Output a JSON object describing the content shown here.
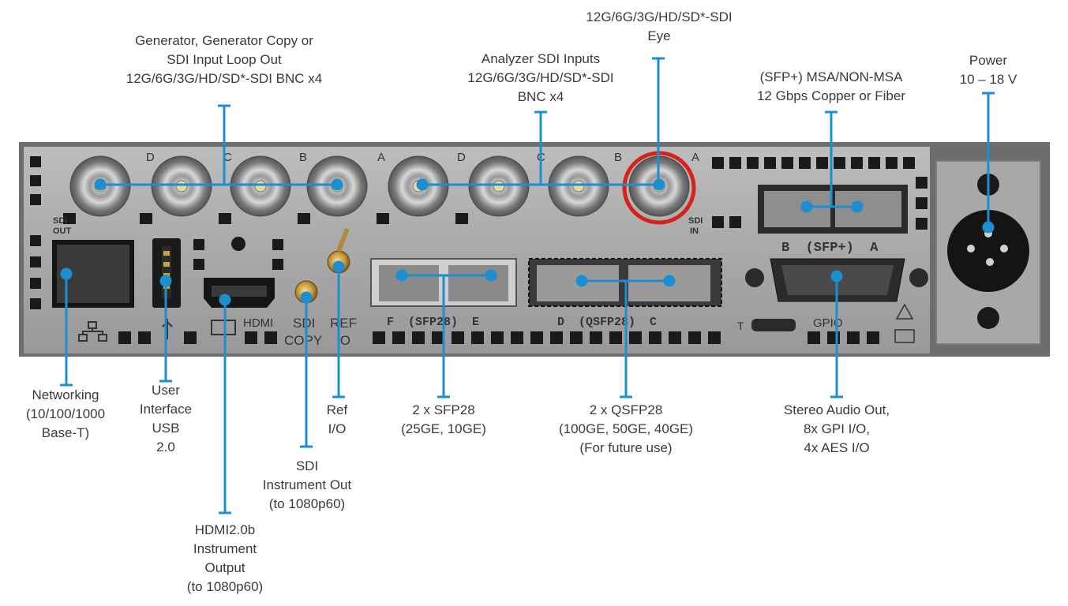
{
  "colors": {
    "leader": "#1c8fd0",
    "highlight_ring": "#d9211c",
    "chassis": "#9d9d9d",
    "text": "#3a3a3a"
  },
  "callouts": {
    "eye": [
      "12G/6G/3G/HD/SD*-SDI",
      "Eye"
    ],
    "generator": [
      "Generator, Generator Copy or",
      "SDI Input Loop Out",
      "12G/6G/3G/HD/SD*-SDI BNC x4"
    ],
    "analyzer": [
      "Analyzer SDI Inputs",
      "12G/6G/3G/HD/SD*-SDI",
      "BNC x4"
    ],
    "sfp_plus": [
      "(SFP+) MSA/NON-MSA",
      "12 Gbps Copper or Fiber"
    ],
    "power": [
      "Power",
      "10 – 18 V"
    ],
    "networking": [
      "Networking",
      "(10/100/1000",
      "Base-T)"
    ],
    "usb": [
      "User",
      "Interface",
      "USB",
      "2.0"
    ],
    "ref": [
      "Ref",
      "I/O"
    ],
    "sfp28": [
      "2 x SFP28",
      "(25GE, 10GE)"
    ],
    "qsfp28": [
      "2 x QSFP28",
      "(100GE, 50GE, 40GE)",
      "(For future use)"
    ],
    "audio": [
      "Stereo Audio Out,",
      "8x GPI I/O,",
      "4x AES I/O"
    ],
    "sdi_out": [
      "SDI",
      "Instrument Out",
      "(to 1080p60)"
    ],
    "hdmi": [
      "HDMI2.0b",
      "Instrument",
      "Output",
      "(to 1080p60)"
    ]
  },
  "panel_labels": {
    "bnc_letters": [
      "D",
      "C",
      "B",
      "A",
      "D",
      "C",
      "B",
      "A"
    ],
    "sdi_out": [
      "SDI",
      "OUT"
    ],
    "sdi_in": [
      "SDI",
      "IN"
    ],
    "sfp_plus": "B  (SFP+)  A",
    "sfp28": "F  (SFP28)  E",
    "qsfp28": "D  (QSFP28)  C",
    "hdmi": "HDMI",
    "sdi_copy": [
      "SDI",
      "COPY"
    ],
    "ref_io": [
      "REF",
      "IO"
    ],
    "gpio": "GPIO",
    "t": "T"
  },
  "icons": [
    "ethernet-icon",
    "usb-icon",
    "hdmi-icon",
    "warning-icon",
    "manual-icon"
  ]
}
